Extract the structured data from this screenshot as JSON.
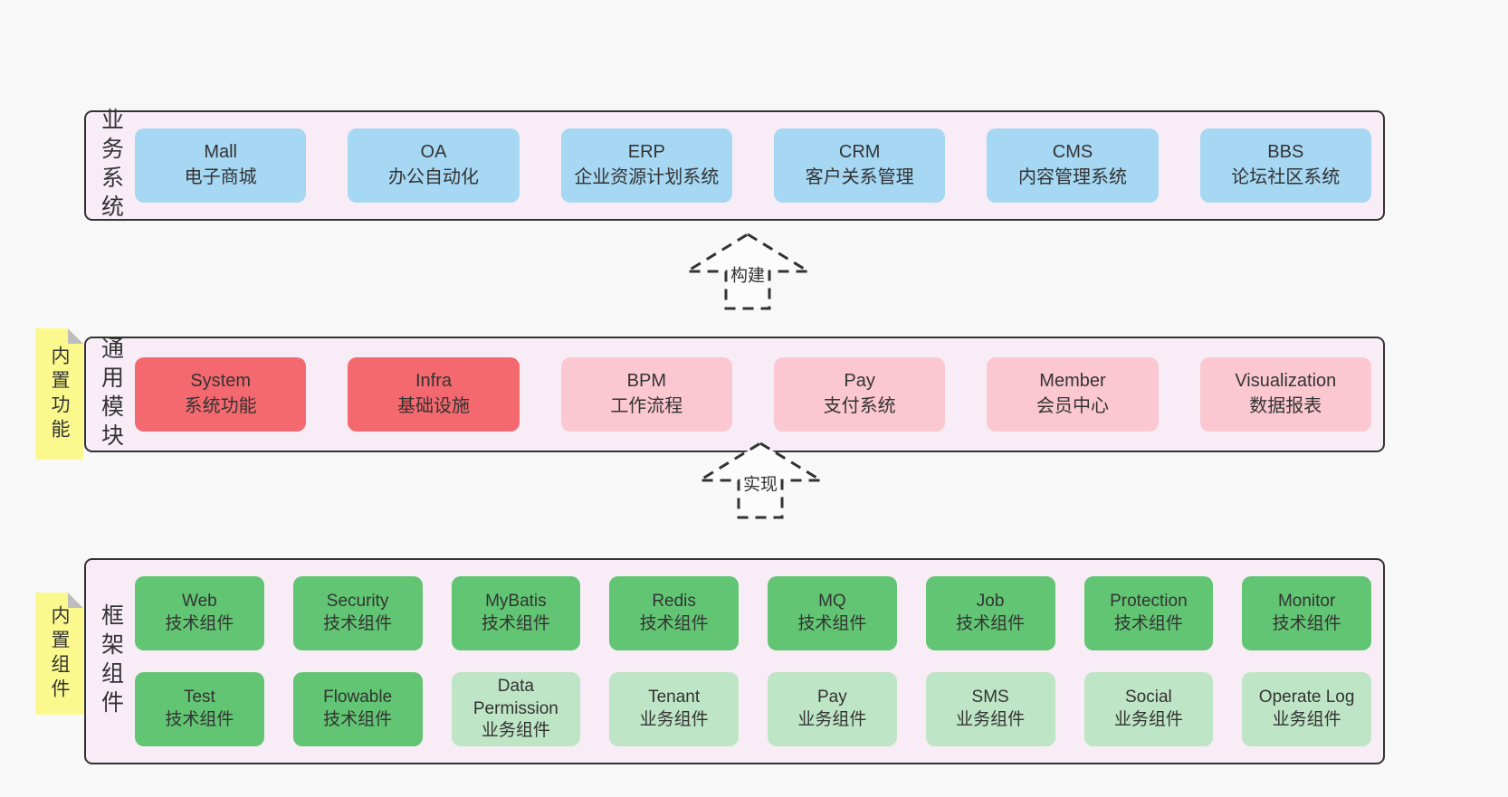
{
  "colors": {
    "page_background": "#f8f8f8",
    "panel_background": "#f8edf7",
    "panel_border": "#333333",
    "business_box": "#a6d7f3",
    "module_core_box": "#f4696f",
    "module_box": "#fbc8d1",
    "tech_component_box": "#62c573",
    "biz_component_box": "#bee5c5",
    "sticky_note": "#fbf98e",
    "sticky_fold": "#bdbdbd",
    "text": "#333333"
  },
  "sections": {
    "business": {
      "label": "业务系统",
      "boxes": [
        {
          "title": "Mall",
          "subtitle": "电子商城"
        },
        {
          "title": "OA",
          "subtitle": "办公自动化"
        },
        {
          "title": "ERP",
          "subtitle": "企业资源计划系统"
        },
        {
          "title": "CRM",
          "subtitle": "客户关系管理"
        },
        {
          "title": "CMS",
          "subtitle": "内容管理系统"
        },
        {
          "title": "BBS",
          "subtitle": "论坛社区系统"
        }
      ]
    },
    "modules": {
      "label": "通用模块",
      "sticky": "内置功能",
      "boxes": [
        {
          "title": "System",
          "subtitle": "系统功能"
        },
        {
          "title": "Infra",
          "subtitle": "基础设施"
        },
        {
          "title": "BPM",
          "subtitle": "工作流程"
        },
        {
          "title": "Pay",
          "subtitle": "支付系统"
        },
        {
          "title": "Member",
          "subtitle": "会员中心"
        },
        {
          "title": "Visualization",
          "subtitle": "数据报表"
        }
      ]
    },
    "components": {
      "label": "框架组件",
      "sticky": "内置组件",
      "row1": [
        {
          "title": "Web",
          "subtitle": "技术组件"
        },
        {
          "title": "Security",
          "subtitle": "技术组件"
        },
        {
          "title": "MyBatis",
          "subtitle": "技术组件"
        },
        {
          "title": "Redis",
          "subtitle": "技术组件"
        },
        {
          "title": "MQ",
          "subtitle": "技术组件"
        },
        {
          "title": "Job",
          "subtitle": "技术组件"
        },
        {
          "title": "Protection",
          "subtitle": "技术组件"
        },
        {
          "title": "Monitor",
          "subtitle": "技术组件"
        }
      ],
      "row2": [
        {
          "title": "Test",
          "subtitle": "技术组件"
        },
        {
          "title": "Flowable",
          "subtitle": "技术组件"
        },
        {
          "title": "Data Permission",
          "subtitle": "业务组件"
        },
        {
          "title": "Tenant",
          "subtitle": "业务组件"
        },
        {
          "title": "Pay",
          "subtitle": "业务组件"
        },
        {
          "title": "SMS",
          "subtitle": "业务组件"
        },
        {
          "title": "Social",
          "subtitle": "业务组件"
        },
        {
          "title": "Operate Log",
          "subtitle": "业务组件"
        }
      ]
    }
  },
  "arrows": [
    {
      "label": "构建"
    },
    {
      "label": "实现"
    }
  ]
}
